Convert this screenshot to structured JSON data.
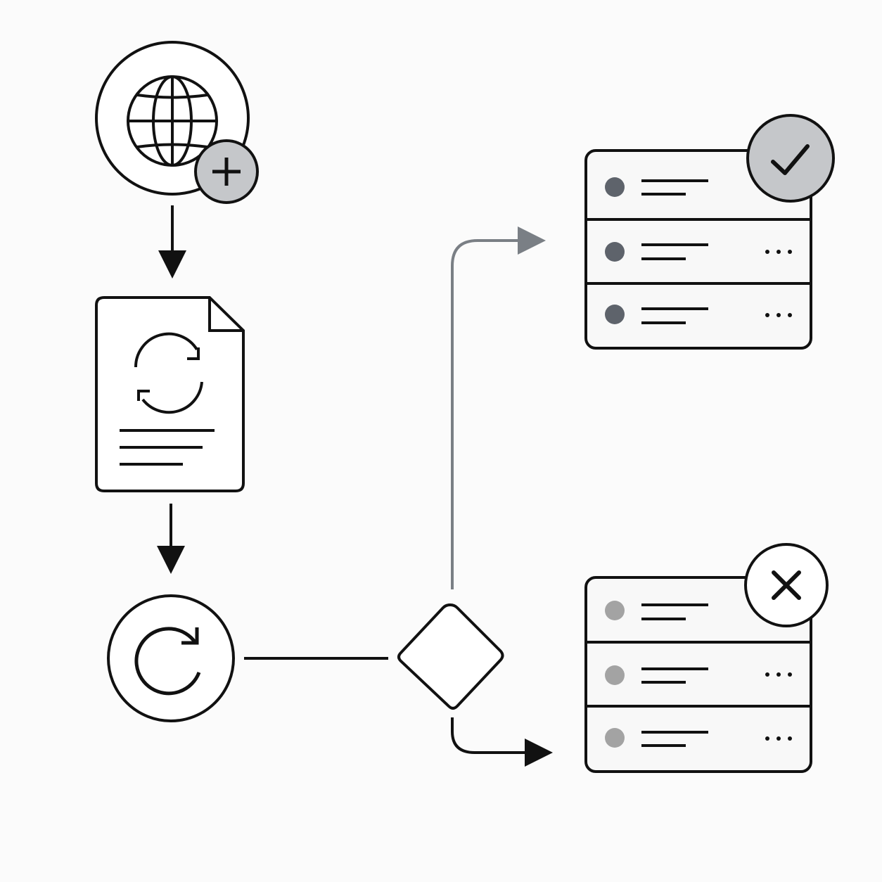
{
  "colors": {
    "background": "#fbfbfb",
    "stroke": "#111111",
    "muted_connector": "#7a7f85",
    "badge_fill": "#c5c7ca",
    "card_fill": "#f8f8f8",
    "dot_dark": "#5e636b",
    "dot_light": "#a3a3a3",
    "panel_fill": "#ffffff"
  },
  "nodes": {
    "start": {
      "icon": "globe-icon",
      "badge_icon": "plus-icon"
    },
    "document": {
      "icon": "document-icon",
      "inner_icon": "sync-icon",
      "text_lines": 3
    },
    "process": {
      "icon": "refresh-icon"
    },
    "decision": {
      "shape": "diamond"
    }
  },
  "outcomes": [
    {
      "status": "success",
      "badge_icon": "checkmark-icon",
      "rows": 3,
      "dots_variant": "dark",
      "row_menu": [
        false,
        true,
        true
      ]
    },
    {
      "status": "failure",
      "badge_icon": "x-icon",
      "rows": 3,
      "dots_variant": "light",
      "row_menu": [
        false,
        true,
        true
      ]
    }
  ],
  "connectors": [
    {
      "from": "start",
      "to": "document",
      "style": "solid"
    },
    {
      "from": "document",
      "to": "process",
      "style": "solid"
    },
    {
      "from": "process",
      "to": "decision",
      "style": "solid"
    },
    {
      "from": "decision",
      "to": "success",
      "style": "muted"
    },
    {
      "from": "decision",
      "to": "failure",
      "style": "solid"
    }
  ]
}
